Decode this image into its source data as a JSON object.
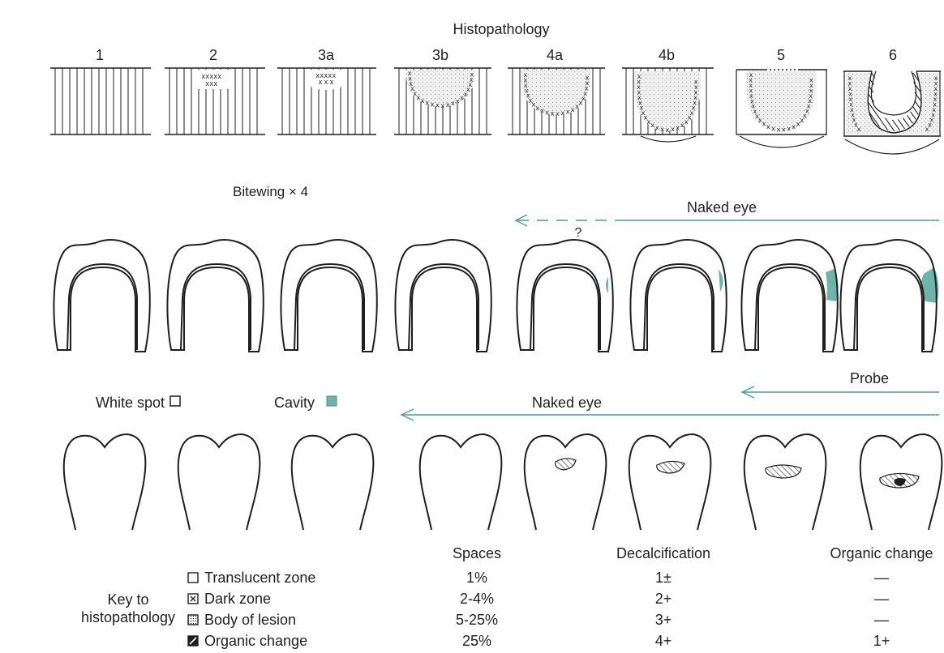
{
  "figure": {
    "histopathology_title": "Histopathology",
    "stage_labels": [
      "1",
      "2",
      "3a",
      "3b",
      "4a",
      "4b",
      "5",
      "6"
    ],
    "bitewing_label": "Bitewing × 4",
    "bitewing_naked_eye_label": "Naked eye",
    "question_mark": "?",
    "white_spot_label": "White spot",
    "cavity_label": "Cavity",
    "probe_label": "Probe",
    "clinical_naked_eye_label": "Naked eye",
    "accent_color": "#6fb3ab"
  },
  "table": {
    "key_title_line1": "Key to",
    "key_title_line2": "histopathology",
    "headers": [
      "Spaces",
      "Decalcification",
      "Organic change"
    ],
    "rows": [
      {
        "icon": "empty-square",
        "zone": "Translucent zone",
        "spaces": "1%",
        "decalcification": "1±",
        "organic": "—"
      },
      {
        "icon": "x-square",
        "zone": "Dark zone",
        "spaces": "2-4%",
        "decalcification": "2+",
        "organic": "—"
      },
      {
        "icon": "dotted-square",
        "zone": "Body of lesion",
        "spaces": "5-25%",
        "decalcification": "3+",
        "organic": "—"
      },
      {
        "icon": "hatched-square",
        "zone": "Organic change",
        "spaces": "25%",
        "decalcification": "4+",
        "organic": "1+"
      }
    ]
  }
}
